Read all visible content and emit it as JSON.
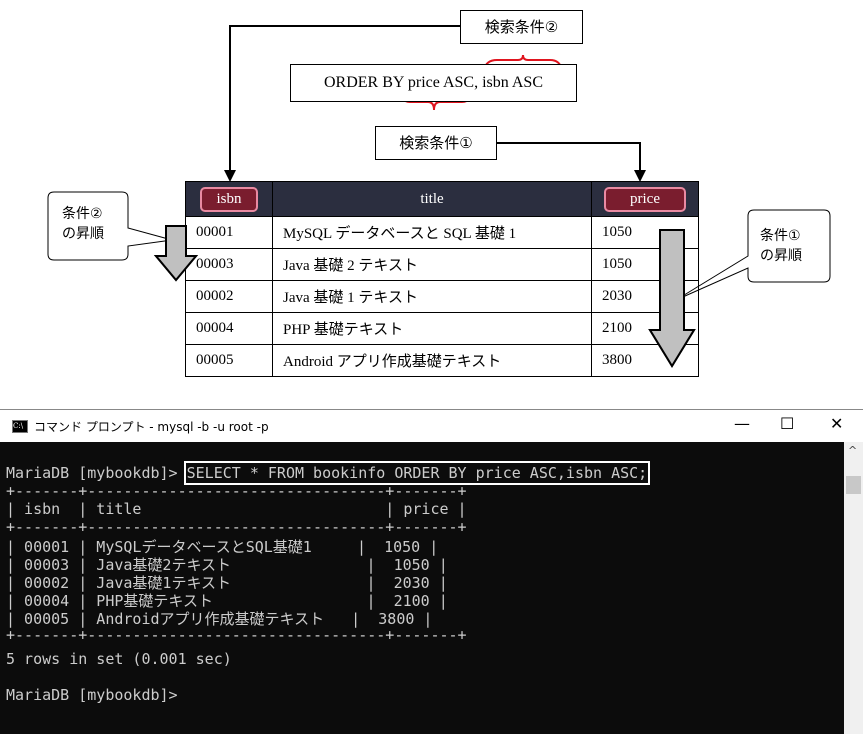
{
  "diagram": {
    "cond2_label": "検索条件②",
    "cond1_label": "検索条件①",
    "order_clause": "ORDER BY price ASC, isbn ASC",
    "callout_left": [
      "条件②",
      "の昇順"
    ],
    "callout_right": [
      "条件①",
      "の昇順"
    ],
    "table": {
      "headers": [
        "isbn",
        "title",
        "price"
      ],
      "rows": [
        [
          "00001",
          "MySQL データベースと SQL 基礎 1",
          "1050"
        ],
        [
          "00003",
          "Java 基礎 2 テキスト",
          "1050"
        ],
        [
          "00002",
          "Java 基礎 1 テキスト",
          "2030"
        ],
        [
          "00004",
          "PHP 基礎テキスト",
          "2100"
        ],
        [
          "00005",
          "Android アプリ作成基礎テキスト",
          "3800"
        ]
      ]
    },
    "colors": {
      "header_bg": "#2b2e3f",
      "highlight_bg": "#7a1d2e",
      "highlight_border": "#e98aa2",
      "brace": "#e0141e",
      "arrow_fill": "#c0c0c0"
    }
  },
  "console": {
    "window_title": "コマンド プロンプト - mysql  -b -u root -p",
    "controls": {
      "minimize": "—",
      "maximize": "☐",
      "close": "✕"
    },
    "prompt1": "MariaDB [mybookdb]>",
    "command": "SELECT * FROM bookinfo ORDER BY price ASC,isbn ASC;",
    "border_line": "+-------+---------------------------------+-------+",
    "header_line": "| isbn  | title                           | price |",
    "rows": [
      "| 00001 | MySQLデータベースとSQL基礎1     |  1050 |",
      "| 00003 | Java基礎2テキスト               |  1050 |",
      "| 00002 | Java基礎1テキスト               |  2030 |",
      "| 00004 | PHP基礎テキスト                 |  2100 |",
      "| 00005 | Androidアプリ作成基礎テキスト   |  3800 |"
    ],
    "result": "5 rows in set (0.001 sec)",
    "prompt2": "MariaDB [mybookdb]>"
  }
}
